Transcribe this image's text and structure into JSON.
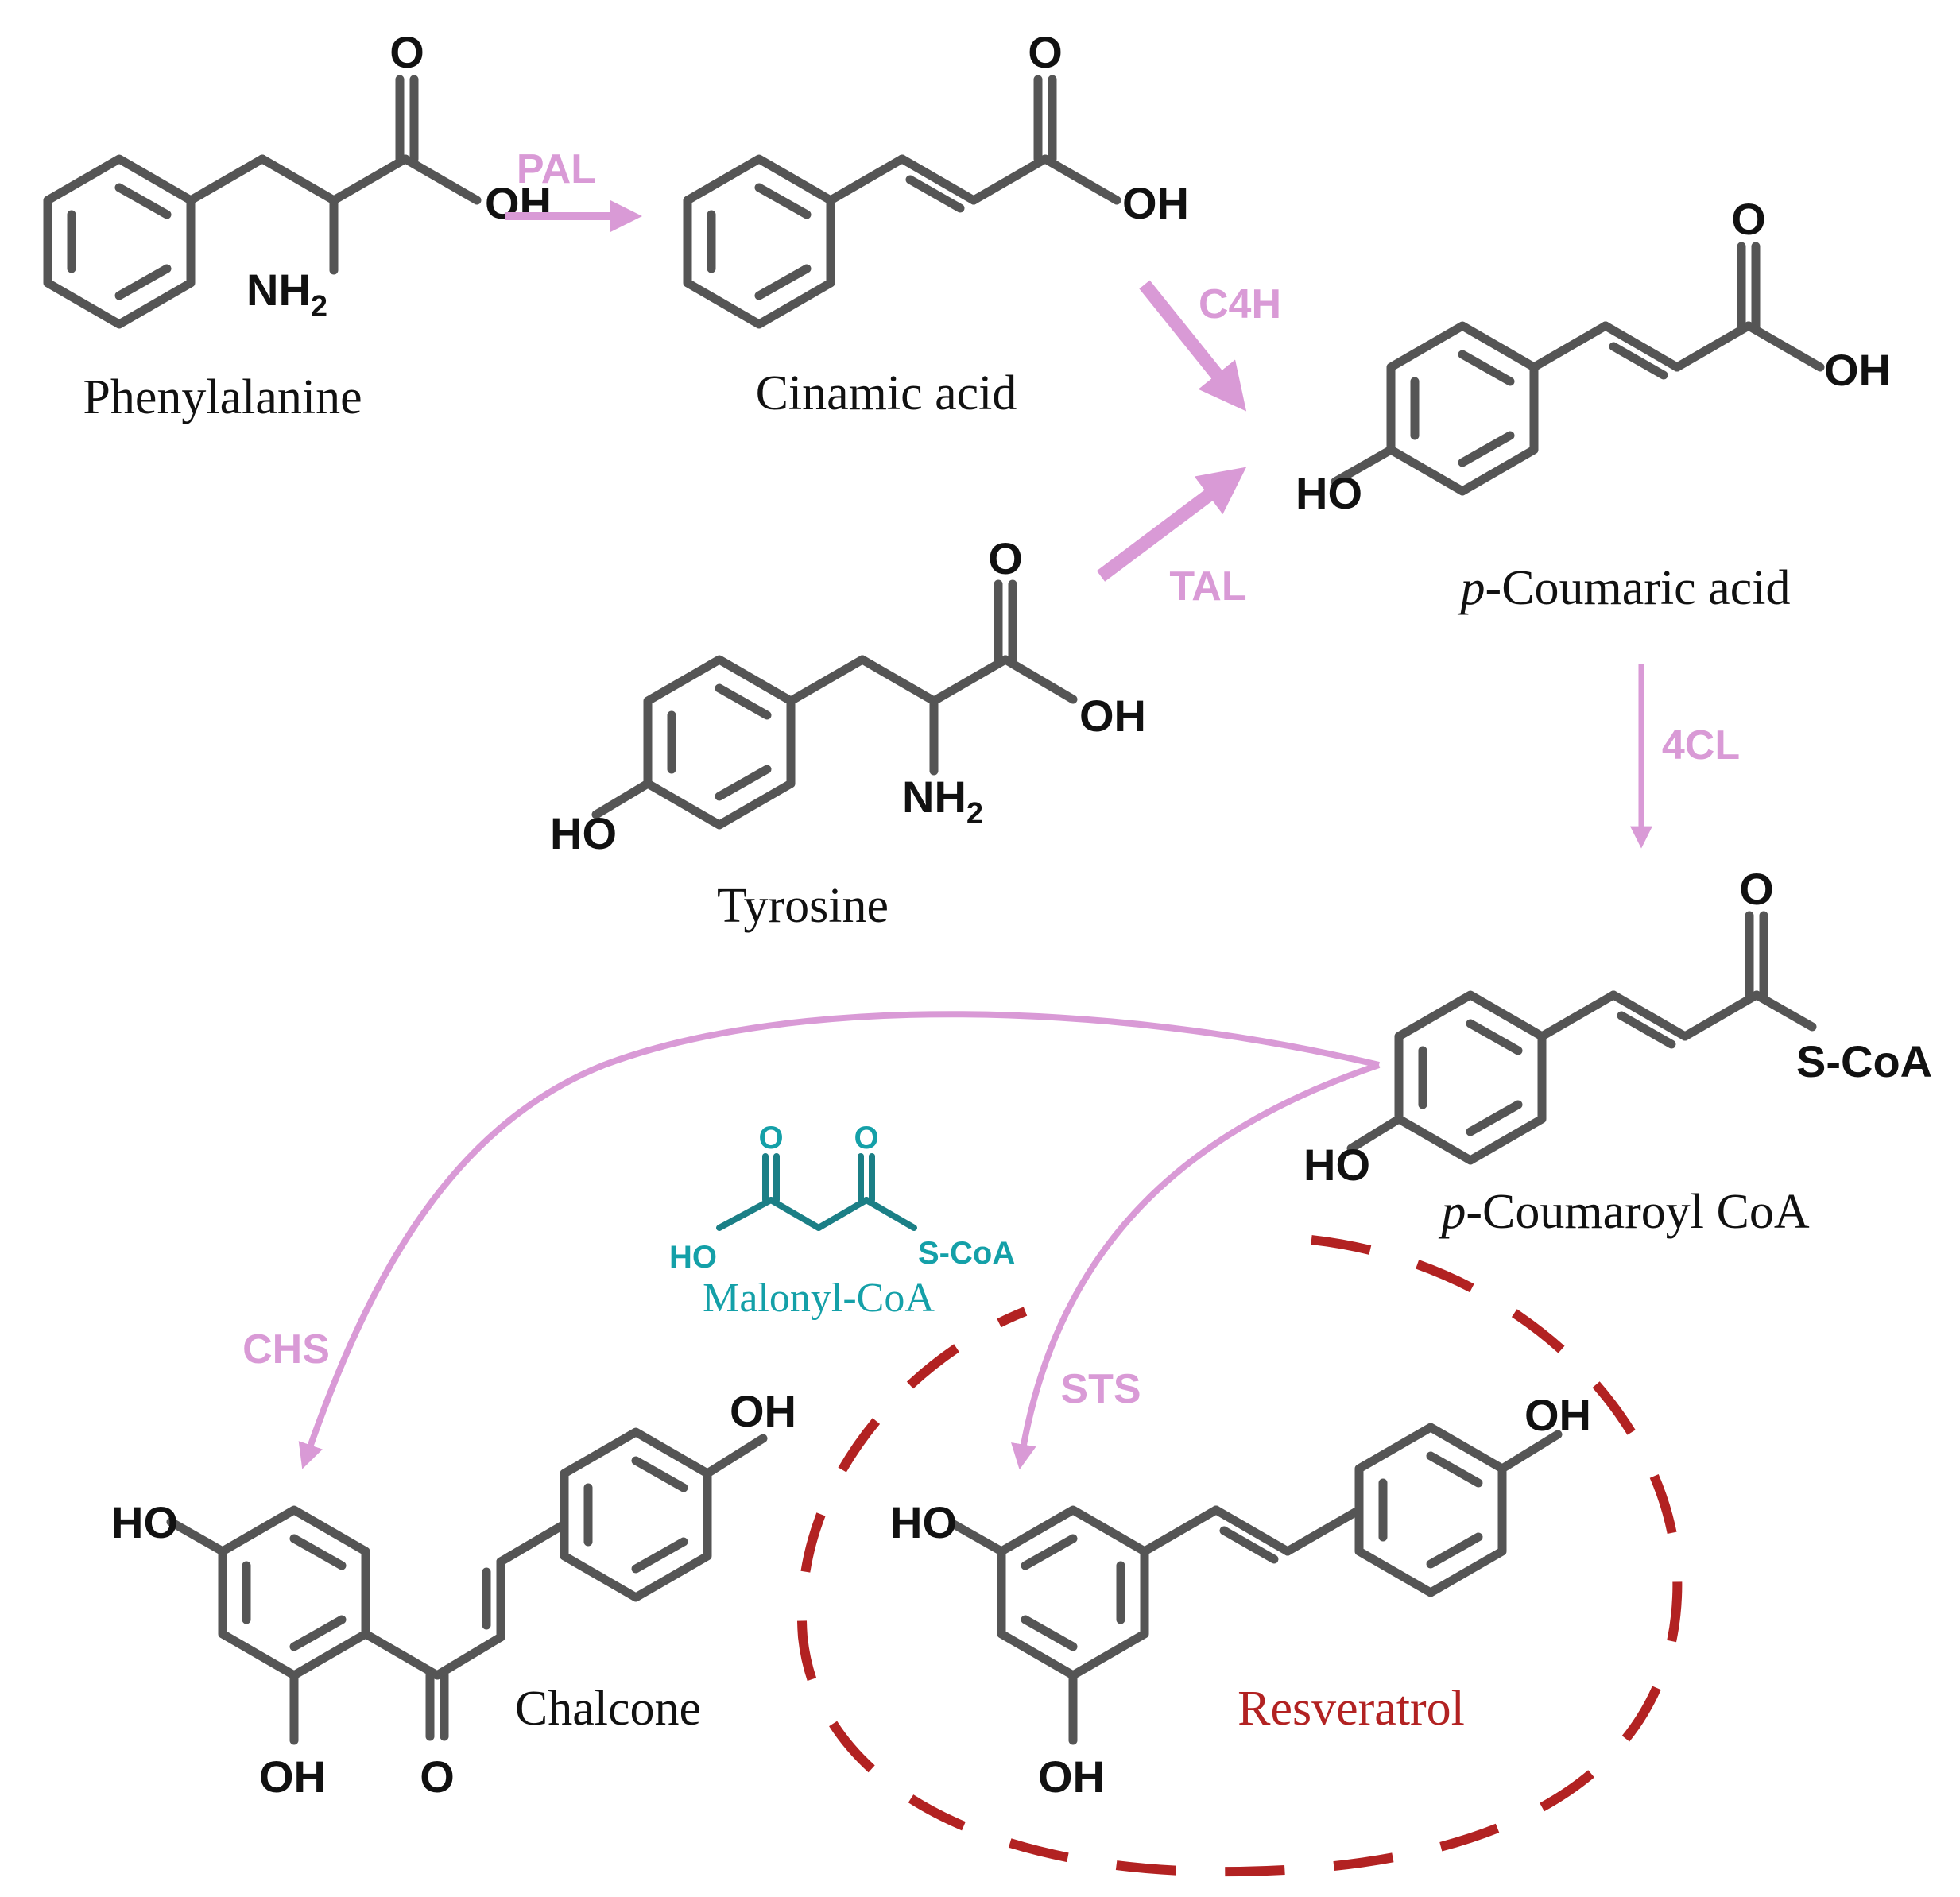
{
  "compounds": {
    "phenylalanine": "Phenylalanine",
    "cinamic_acid": "Cinamic acid",
    "p_coumaric_prefix": "p",
    "p_coumaric_rest": "-Coumaric acid",
    "tyrosine": "Tyrosine",
    "p_coumaroyl_prefix": "p",
    "p_coumaroyl_rest": "-Coumaroyl CoA",
    "malonyl_coa": "Malonyl-CoA",
    "chalcone": "Chalcone",
    "resveratrol": "Resveratrol"
  },
  "enzymes": {
    "pal": "PAL",
    "c4h": "C4H",
    "tal": "TAL",
    "fourcl": "4CL",
    "chs": "CHS",
    "sts": "STS"
  },
  "atoms": {
    "o": "O",
    "oh": "OH",
    "ho": "HO",
    "nh": "NH",
    "sub2": "2",
    "scoa": "S-CoA"
  },
  "colors": {
    "bond": "#555555",
    "enzyme_arrow": "#d99ad6",
    "malonyl": "#14a0a8",
    "resveratrol_highlight": "#b22222"
  }
}
